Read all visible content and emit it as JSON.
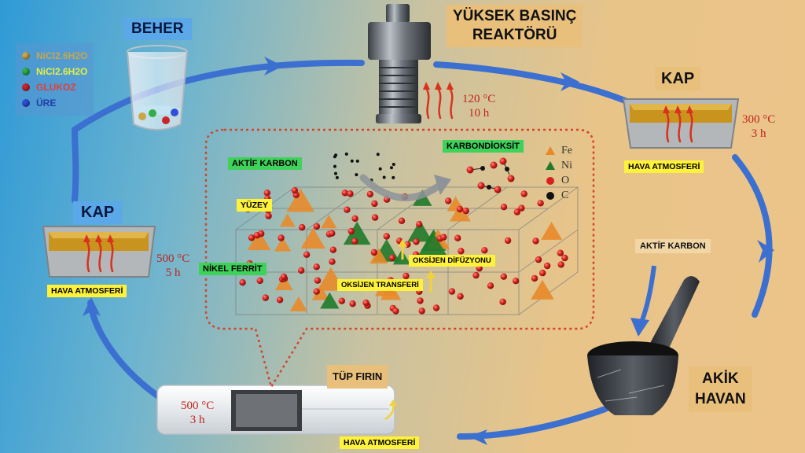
{
  "labels": {
    "beher": "BEHER",
    "reactor": "YÜKSEK BASINÇ\nREAKTÖRÜ",
    "kap_right": "KAP",
    "kap_left": "KAP",
    "hava_right": "HAVA ATMOSFERİ",
    "hava_left": "HAVA ATMOSFERİ",
    "hava_bottom": "HAVA ATMOSFERİ",
    "aktif_karbon_right": "AKTİF KARBON",
    "akik_havan": "AKİK\nHAVAN",
    "tup_firin": "TÜP FIRIN",
    "aktif_karbon_center": "AKTİF KARBON",
    "karbondioksit": "KARBONDİOKSİT",
    "yuzey": "YÜZEY",
    "nikel_ferrit": "NİKEL FERRİT",
    "oksijen_difuzyonu": "OKSİJEN DİFÜZYONU",
    "oksijen_transferi": "OKSİJEN TRANSFERİ"
  },
  "conditions": {
    "reactor": "120 °C\n10 h",
    "kap_right": "300 °C\n3 h",
    "kap_left": "500 °C\n5 h",
    "tube": "500 °C\n3 h"
  },
  "legend": [
    {
      "label": "NiCl2.6H2O",
      "color": "#c9a64a",
      "text_color": "#c9a64a"
    },
    {
      "label": "NiCl2.6H2O",
      "color": "#2fae4a",
      "text_color": "#e6f040"
    },
    {
      "label": "GLUKOZ",
      "color": "#c8262a",
      "text_color": "#e0403a"
    },
    {
      "label": "ÜRE",
      "color": "#2f4fd8",
      "text_color": "#1f3fa8"
    }
  ],
  "elements": [
    {
      "label": "Fe",
      "icon": "triangle",
      "color": "#e8892a"
    },
    {
      "label": "Ni",
      "icon": "triangle",
      "color": "#1f7a2a"
    },
    {
      "label": "O",
      "icon": "circle",
      "color": "#d8201c"
    },
    {
      "label": "C",
      "icon": "circle",
      "color": "#111111"
    }
  ],
  "colors": {
    "cycle_arrow": "#3b6fd0",
    "dotted_border": "#d2452a",
    "heat_arrow": "#d8321e",
    "oxygen": "#d8201c",
    "iron": "#e8892a",
    "nickel": "#1f7a2a"
  }
}
